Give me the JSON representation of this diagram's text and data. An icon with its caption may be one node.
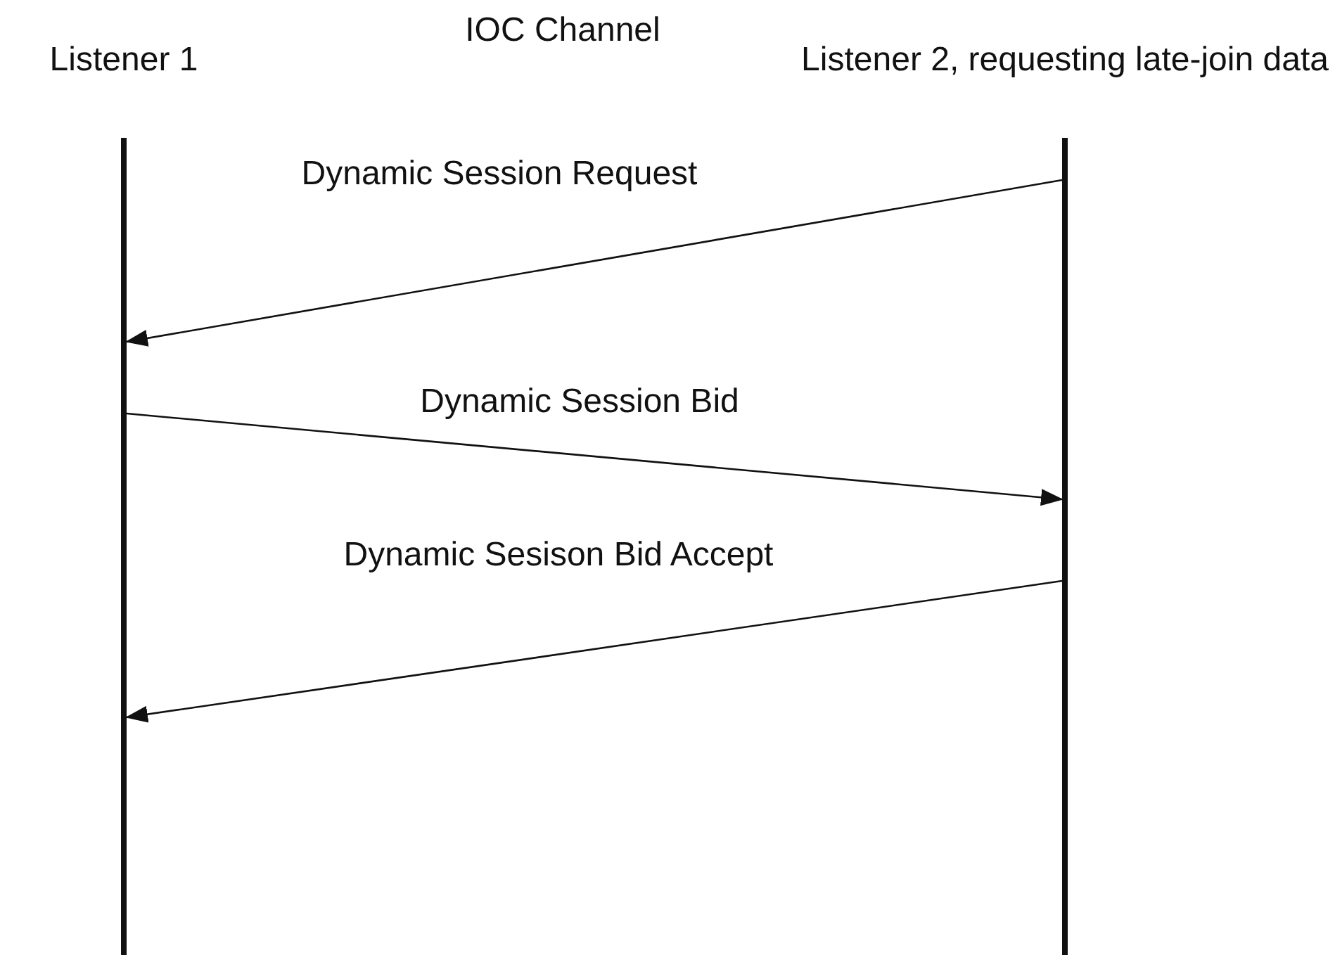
{
  "diagram": {
    "title": "IOC Channel",
    "nodes": [
      {
        "text": [
          "Listener 1"
        ]
      },
      {
        "text": [
          "Listener 2, requesting late-join data"
        ]
      }
    ],
    "edges": [
      {
        "from": 1,
        "to": 0,
        "arrow": "to",
        "label": "Dynamic Session Request"
      },
      {
        "from": 0,
        "to": 1,
        "arrow": "to",
        "label": "Dynamic Session Bid"
      },
      {
        "from": 1,
        "to": 0,
        "arrow": "to",
        "label": "Dynamic Sesison Bid Accept"
      }
    ]
  }
}
